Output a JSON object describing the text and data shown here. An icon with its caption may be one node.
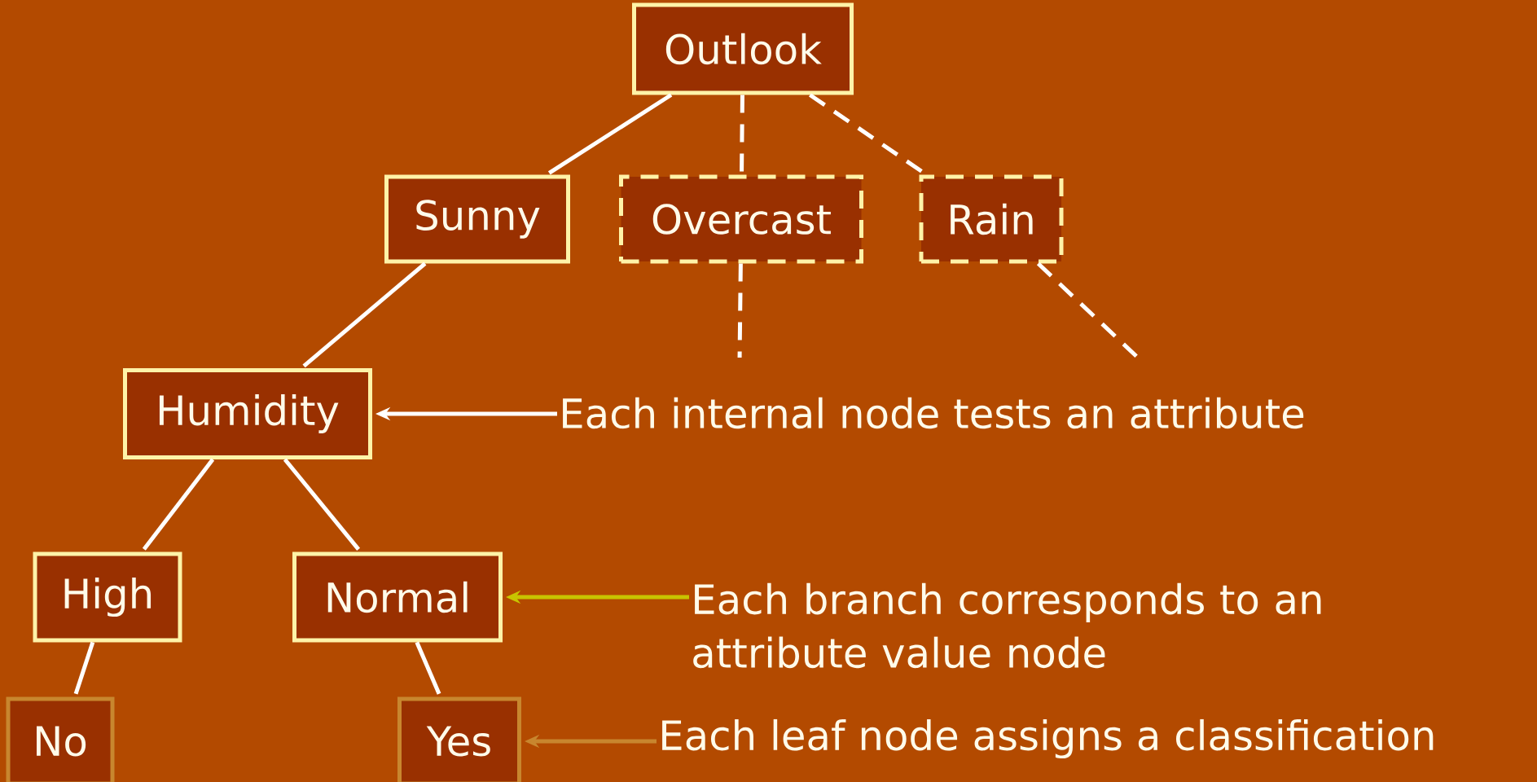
{
  "diagram": {
    "nodes": [
      {
        "text": [
          "Outlook"
        ]
      },
      {
        "text": [
          "Sunny"
        ]
      },
      {
        "text": [
          "Overcast"
        ]
      },
      {
        "text": [
          "Rain"
        ]
      },
      {
        "text": [
          "Humidity"
        ]
      },
      {
        "text": [
          "High"
        ]
      },
      {
        "text": [
          "Normal"
        ]
      },
      {
        "text": [
          "No"
        ]
      },
      {
        "text": [
          "Yes"
        ]
      },
      {
        "text": [
          "Each internal node tests an attribute"
        ]
      },
      {
        "text": [
          "Each branch corresponds to an attribute value node"
        ]
      },
      {
        "text": [
          "Each leaf node assigns a classification"
        ]
      }
    ],
    "edges": [
      {
        "from": 0,
        "to": 1,
        "arrow": "none"
      },
      {
        "from": 0,
        "to": 2,
        "arrow": "none",
        "style": "dashed"
      },
      {
        "from": 0,
        "to": 3,
        "arrow": "none",
        "style": "dashed"
      },
      {
        "from": 2,
        "to": null,
        "arrow": "none",
        "style": "dashed"
      },
      {
        "from": 3,
        "to": null,
        "arrow": "none",
        "style": "dashed"
      },
      {
        "from": 1,
        "to": 4,
        "arrow": "none"
      },
      {
        "from": 4,
        "to": 5,
        "arrow": "none"
      },
      {
        "from": 4,
        "to": 6,
        "arrow": "none"
      },
      {
        "from": 5,
        "to": 7,
        "arrow": "none"
      },
      {
        "from": 6,
        "to": 8,
        "arrow": "none"
      },
      {
        "from": 9,
        "to": 4,
        "arrow": "to"
      },
      {
        "from": 10,
        "to": 6,
        "arrow": "to",
        "color": "#c8c400"
      },
      {
        "from": 11,
        "to": 8,
        "arrow": "to",
        "color": "#c8862e"
      }
    ]
  }
}
